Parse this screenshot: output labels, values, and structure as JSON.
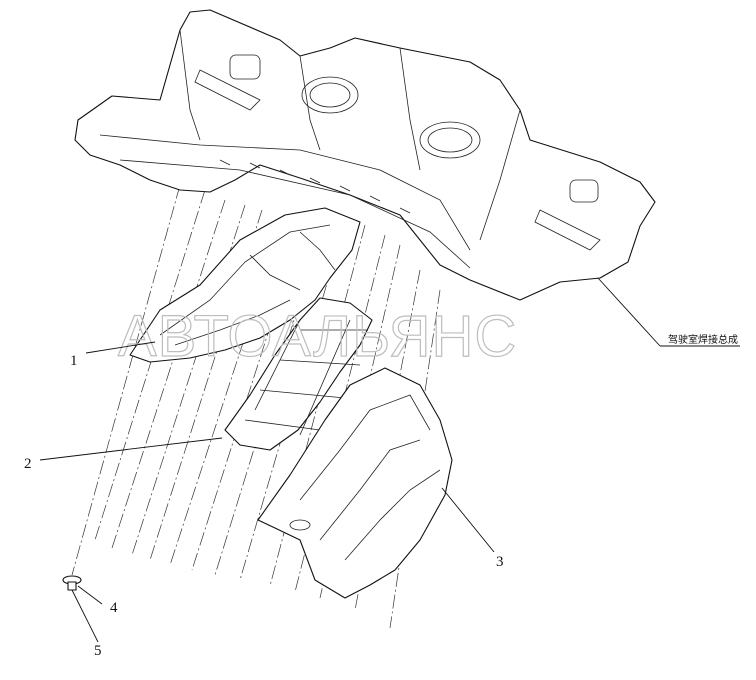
{
  "diagram": {
    "callouts": [
      {
        "id": "1",
        "label": "1"
      },
      {
        "id": "2",
        "label": "2"
      },
      {
        "id": "3",
        "label": "3"
      },
      {
        "id": "4",
        "label": "4"
      },
      {
        "id": "5",
        "label": "5"
      }
    ],
    "assembly_label": "驾驶室焊接总成",
    "watermark": "АВТОАЛЬЯНС"
  }
}
